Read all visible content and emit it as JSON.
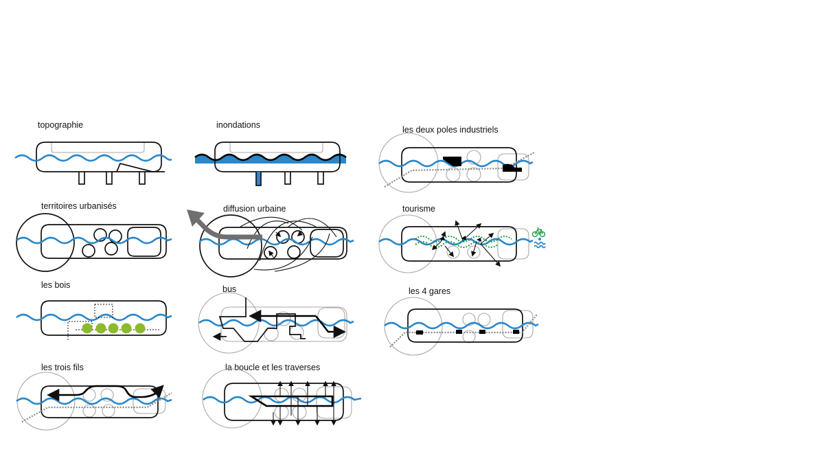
{
  "colors": {
    "water": "#2a87c9",
    "woods": "#8cba2d",
    "tourism_green": "#1f9c42",
    "grey_arrow": "#6f6f6f"
  },
  "icons": [
    "bicycle-icon",
    "waves-icon"
  ],
  "panels": {
    "topographie": "topographie",
    "inondations": "inondations",
    "poles": "les deux poles industriels",
    "territoires": "territoires urbanisés",
    "diffusion": "diffusion urbaine",
    "tourisme": "tourisme",
    "bois": "les bois",
    "bus": "bus",
    "gares": "les 4 gares",
    "fils": "les trois fils",
    "boucle": "la boucle et les traverses"
  }
}
